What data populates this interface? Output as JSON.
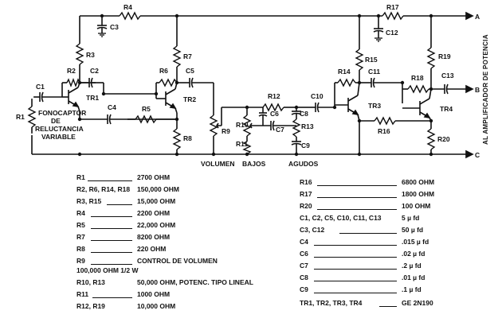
{
  "schematic": {
    "components": {
      "r1": "R1",
      "r2": "R2",
      "r3": "R3",
      "r4": "R4",
      "r5": "R5",
      "r6": "R6",
      "r7": "R7",
      "r8": "R8",
      "r9": "R9",
      "r10": "R10",
      "r11": "R11",
      "r12": "R12",
      "r13": "R13",
      "r14": "R14",
      "r15": "R15",
      "r16": "R16",
      "r17": "R17",
      "r18": "R18",
      "r19": "R19",
      "r20": "R20",
      "c1": "C1",
      "c2": "C2",
      "c3": "C3",
      "c4": "C4",
      "c5": "C5",
      "c6": "C6",
      "c7": "C7",
      "c8": "C8",
      "c9": "C9",
      "c10": "C10",
      "c11": "C11",
      "c12": "C12",
      "c13": "C13",
      "tr1": "TR1",
      "tr2": "TR2",
      "tr3": "TR3",
      "tr4": "TR4"
    },
    "terminals": {
      "a": "A",
      "b": "B",
      "c": "C"
    },
    "pickup_label": [
      "FONOCAPTOR",
      "DE",
      "RELUCTANCIA",
      "VARIABLE"
    ],
    "output_label": "AL AMPLIFICADOR DE POTENCIA",
    "control_labels": {
      "volume": "VOLUMEN",
      "bass": "BAJOS",
      "treble": "AGUDOS"
    }
  },
  "parts_list": {
    "left": [
      {
        "ref": "R1",
        "value": "2700 OHM"
      },
      {
        "ref": "R2, R6, R14, R18",
        "value": "150,000 OHM"
      },
      {
        "ref": "R3, R15",
        "value": "15,000 OHM"
      },
      {
        "ref": "R4",
        "value": "2200 OHM"
      },
      {
        "ref": "R5",
        "value": "22,000 OHM"
      },
      {
        "ref": "R7",
        "value": "8200 OHM"
      },
      {
        "ref": "R8",
        "value": "220 OHM"
      },
      {
        "ref": "R9",
        "value": "CONTROL DE VOLUMEN"
      },
      {
        "ref": "",
        "value": "100,000 OHM 1/2 W"
      },
      {
        "ref": "R10, R13",
        "value": "50,000 OHM, POTENC. TIPO LINEAL"
      },
      {
        "ref": "R11",
        "value": "1000 OHM"
      },
      {
        "ref": "R12, R19",
        "value": "10,000 OHM"
      }
    ],
    "right": [
      {
        "ref": "R16",
        "value": "6800 OHM"
      },
      {
        "ref": "R17",
        "value": "1800 OHM"
      },
      {
        "ref": "R20",
        "value": "100 OHM"
      },
      {
        "ref": "C1, C2, C5, C10, C11, C13",
        "value": "5 µ fd"
      },
      {
        "ref": "C3, C12",
        "value": "50 µ fd"
      },
      {
        "ref": "C4",
        "value": ".015 µ fd"
      },
      {
        "ref": "C6",
        "value": ".02 µ fd"
      },
      {
        "ref": "C7",
        "value": ".2 µ fd"
      },
      {
        "ref": "C8",
        "value": ".01 µ fd"
      },
      {
        "ref": "C9",
        "value": ".1 µ fd"
      },
      {
        "ref": "TR1, TR2, TR3, TR4",
        "value": "GE 2N190"
      }
    ]
  }
}
